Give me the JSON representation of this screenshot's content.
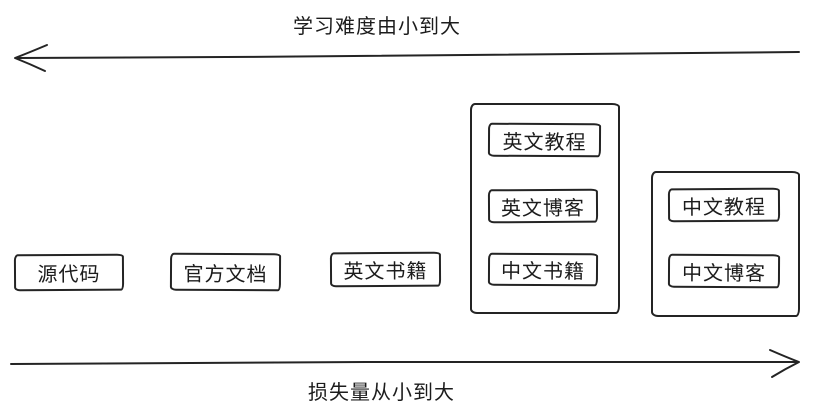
{
  "colors": {
    "stroke": "#242424",
    "text": "#1c1c1c",
    "background": "#ffffff"
  },
  "axes": {
    "top": {
      "label": "学习难度由小到大",
      "arrow_direction": "left"
    },
    "bottom": {
      "label": "损失量从小到大",
      "arrow_direction": "right"
    }
  },
  "boxes": {
    "source_code": {
      "label": "源代码"
    },
    "official_docs": {
      "label": "官方文档"
    },
    "english_books": {
      "label": "英文书籍"
    },
    "english_tutorials": {
      "label": "英文教程"
    },
    "english_blogs": {
      "label": "英文博客"
    },
    "chinese_books": {
      "label": "中文书籍"
    },
    "chinese_tutorials": {
      "label": "中文教程"
    },
    "chinese_blogs": {
      "label": "中文博客"
    }
  },
  "groups": [
    {
      "members": [
        "english_tutorials",
        "english_blogs",
        "chinese_books"
      ]
    },
    {
      "members": [
        "chinese_tutorials",
        "chinese_blogs"
      ]
    }
  ]
}
